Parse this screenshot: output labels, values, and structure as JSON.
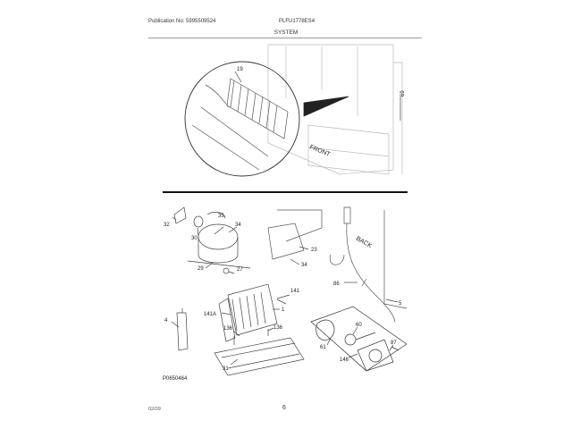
{
  "header": {
    "publication": "Publication No: 5995509524",
    "model": "PLFU1778ES4",
    "section": "SYSTEM"
  },
  "upper_view": {
    "callout_19": "19",
    "callout_69": "69",
    "front_label": "FRONT"
  },
  "lower_view": {
    "callouts": {
      "c32": "32",
      "c35": "35",
      "c34a": "34",
      "c30": "30",
      "c29": "29",
      "c27": "27",
      "c23": "23",
      "c34b": "34",
      "back": "BACK",
      "c86": "86",
      "c5": "5",
      "c141": "141",
      "c141a": "141A",
      "c1": "1",
      "c4": "4",
      "c136a": "136",
      "c136b": "136",
      "c31": "31",
      "c60": "60",
      "c61": "61",
      "c87": "87",
      "c146": "146"
    },
    "figure_id": "P0650464"
  },
  "footer": {
    "left": "02/09",
    "page": "6"
  },
  "colors": {
    "line": "#333333",
    "rule": "#111111"
  }
}
